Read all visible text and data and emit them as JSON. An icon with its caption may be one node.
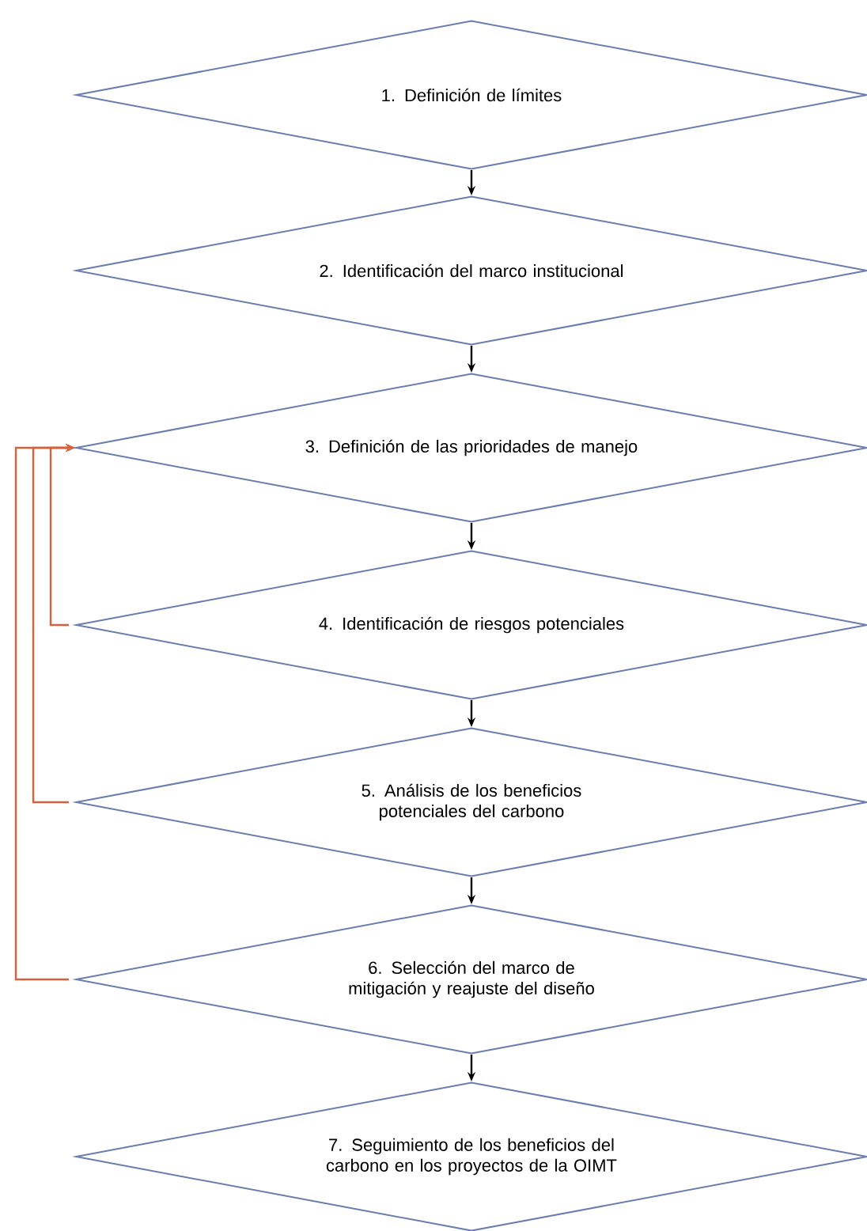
{
  "diagram": {
    "nodes": [
      {
        "text": [
          "1. Definición de límites"
        ]
      },
      {
        "text": [
          "2. Identificación del marco institucional"
        ]
      },
      {
        "text": [
          "3. Definición de las prioridades de manejo"
        ]
      },
      {
        "text": [
          "4. Identificación de riesgos potenciales"
        ]
      },
      {
        "text": [
          "5. Análisis de los beneficios potenciales del carbono"
        ]
      },
      {
        "text": [
          "6. Selección del marco de mitigación y reajuste del diseño"
        ]
      },
      {
        "text": [
          "7. Seguimiento de los beneficios del carbono en los proyectos de la OIMT"
        ]
      }
    ],
    "edges": [
      {
        "from": 0,
        "to": 1,
        "arrow": "to"
      },
      {
        "from": 1,
        "to": 2,
        "arrow": "to"
      },
      {
        "from": 2,
        "to": 3,
        "arrow": "to"
      },
      {
        "from": 3,
        "to": 4,
        "arrow": "to"
      },
      {
        "from": 4,
        "to": 5,
        "arrow": "to"
      },
      {
        "from": 5,
        "to": 6,
        "arrow": "to"
      },
      {
        "from": 3,
        "to": 2,
        "arrow": "to",
        "color": "#d9603b"
      },
      {
        "from": 4,
        "to": 2,
        "arrow": "to",
        "color": "#d9603b"
      },
      {
        "from": 5,
        "to": 2,
        "arrow": "to",
        "color": "#d9603b"
      }
    ]
  }
}
